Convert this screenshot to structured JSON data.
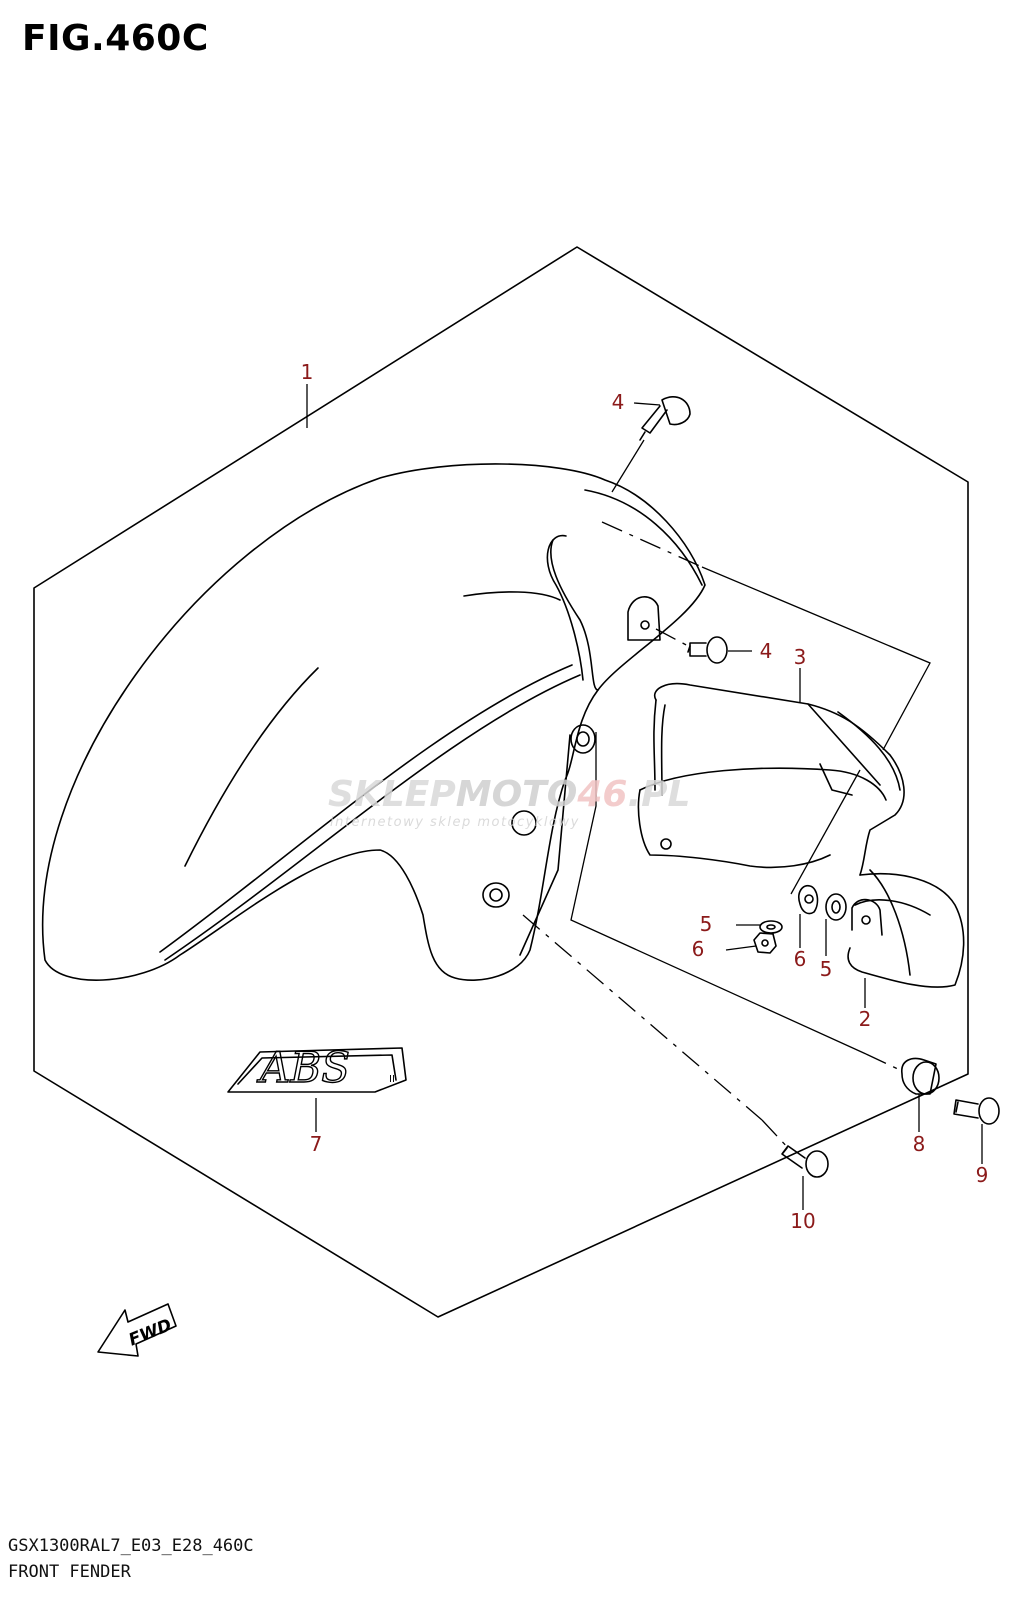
{
  "figure": {
    "title": "FIG.460C",
    "model_code": "GSX1300RAL7_E03_E28_460C",
    "section_name": "FRONT FENDER"
  },
  "callouts": {
    "front_fender": "1",
    "under_cover": "2",
    "inner_fender": "3",
    "screw_top": "4",
    "screw_side": "4",
    "washer_left": "5",
    "washer_right": "5",
    "nut_left": "6",
    "nut_right": "6",
    "emblem": "7",
    "cushion": "8",
    "bolt_9": "9",
    "bolt_10": "10"
  },
  "emblem_text": "ABS",
  "emblem_sub": "II",
  "fwd_label": "FWD",
  "watermark": {
    "brand_a": "SKLEP",
    "brand_b": "MOTO",
    "brand_c": "46",
    "brand_d": ".PL",
    "tagline": "internetowy sklep motocyklowy"
  },
  "colors": {
    "callout": "#8b1a1a",
    "line": "#000000",
    "watermark": "#d9d9d9",
    "watermark_accent": "#f2c4c4"
  }
}
